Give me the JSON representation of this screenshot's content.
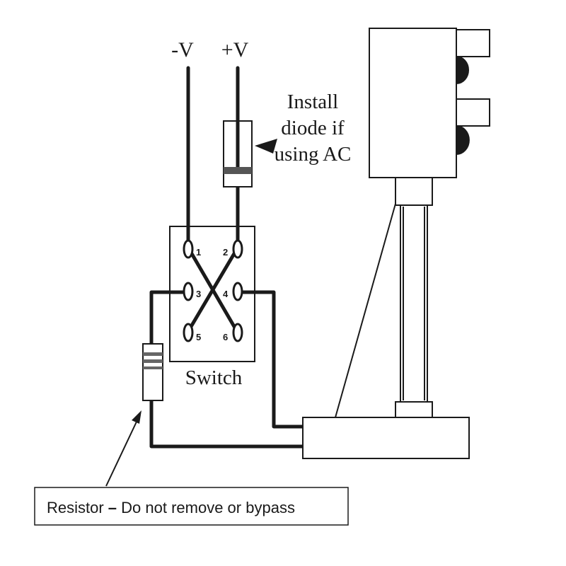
{
  "supply": {
    "negative_label": "-V",
    "positive_label": "+V"
  },
  "diode_note": {
    "line1": "Install",
    "line2": "diode if",
    "line3": "using AC"
  },
  "switch": {
    "label": "Switch",
    "terminals": [
      "1",
      "2",
      "3",
      "4",
      "5",
      "6"
    ]
  },
  "resistor_note": {
    "text_before": "Resistor ",
    "dash": "–",
    "text_after": " Do not remove or bypass"
  },
  "colors": {
    "line": "#1a1a1a",
    "background": "#ffffff"
  }
}
